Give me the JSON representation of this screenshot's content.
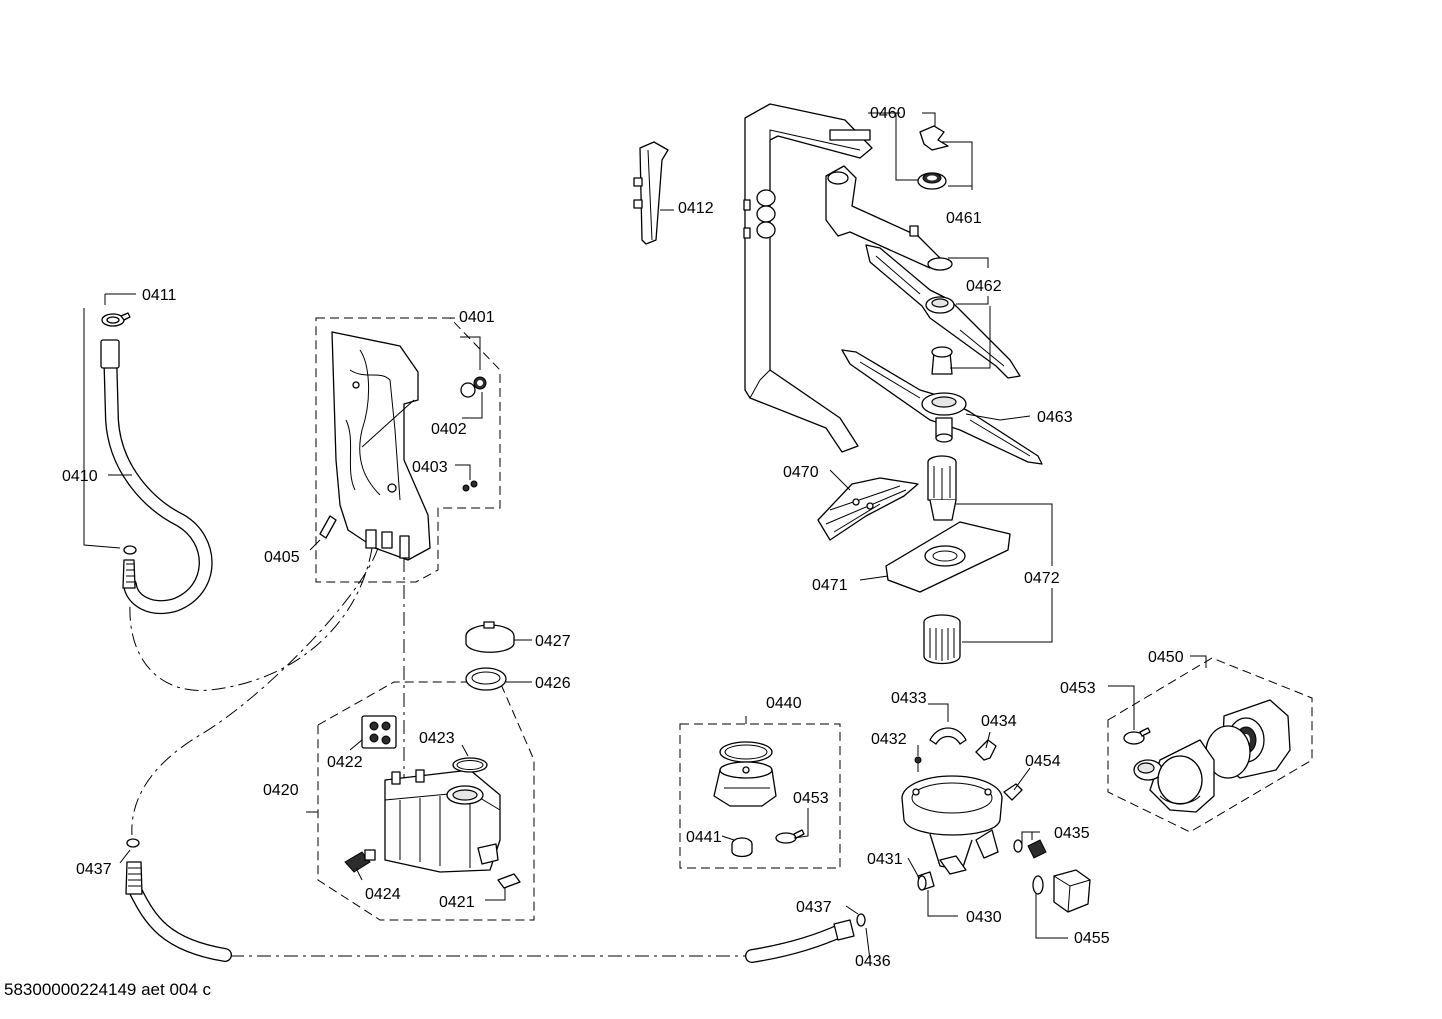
{
  "diagram": {
    "labels": {
      "l0401": "0401",
      "l0402": "0402",
      "l0403": "0403",
      "l0405": "0405",
      "l0410": "0410",
      "l0411": "0411",
      "l0412": "0412",
      "l0420": "0420",
      "l0421": "0421",
      "l0422": "0422",
      "l0423": "0423",
      "l0424": "0424",
      "l0426": "0426",
      "l0427": "0427",
      "l0430": "0430",
      "l0431": "0431",
      "l0432": "0432",
      "l0433": "0433",
      "l0434": "0434",
      "l0435": "0435",
      "l0436": "0436",
      "l0437a": "0437",
      "l0437b": "0437",
      "l0440": "0440",
      "l0441": "0441",
      "l0450": "0450",
      "l0453a": "0453",
      "l0453b": "0453",
      "l0454": "0454",
      "l0455": "0455",
      "l0460": "0460",
      "l0461": "0461",
      "l0462": "0462",
      "l0463": "0463",
      "l0470": "0470",
      "l0471": "0471",
      "l0472": "0472"
    }
  },
  "footer": {
    "document_id": "58300000224149 aet 004 c"
  }
}
